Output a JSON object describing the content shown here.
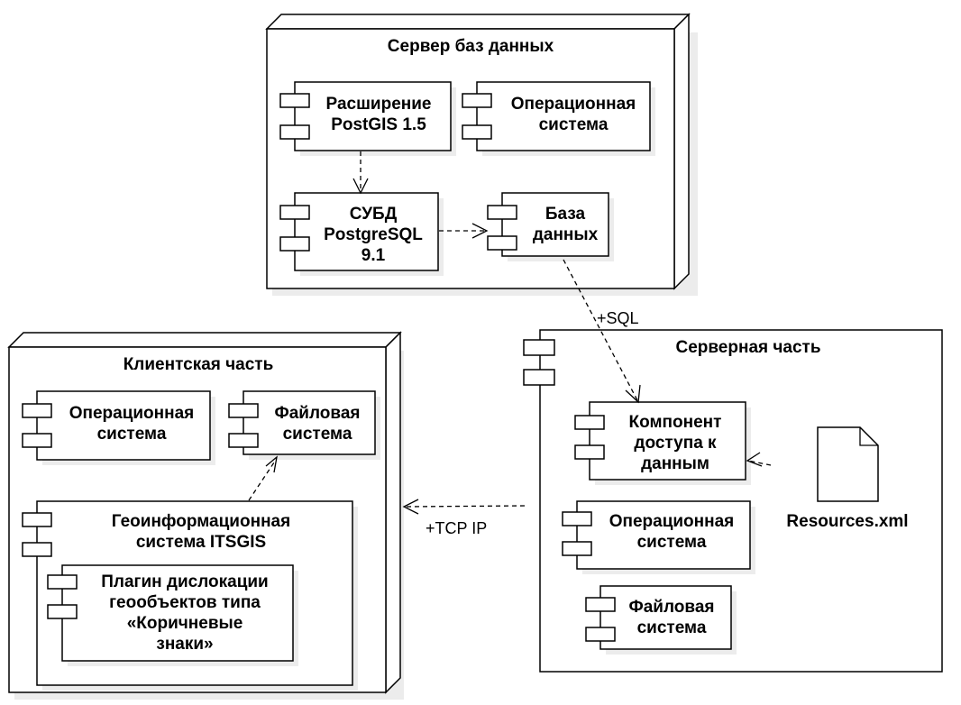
{
  "nodes": {
    "db_server": {
      "title": "Сервер баз данных",
      "postgis": [
        "Расширение",
        "PostGIS 1.5"
      ],
      "os": [
        "Операционная",
        "система"
      ],
      "dbms": [
        "СУБД",
        "PostgreSQL",
        "9.1"
      ],
      "database": [
        "База",
        "данных"
      ]
    },
    "client": {
      "title": "Клиентская часть",
      "os": [
        "Операционная",
        "система"
      ],
      "fs": [
        "Файловая",
        "система"
      ],
      "gis": [
        "Геоинформационная",
        "система ITSGIS"
      ],
      "plugin": [
        "Плагин дислокации",
        "геообъектов типа",
        "«Коричневые",
        "знаки»"
      ]
    },
    "server": {
      "title": "Серверная часть",
      "access": [
        "Компонент",
        "доступа к",
        "данным"
      ],
      "os": [
        "Операционная",
        "система"
      ],
      "fs": [
        "Файловая",
        "система"
      ],
      "resources": "Resources.xml"
    }
  },
  "connections": {
    "sql": "+SQL",
    "tcp": "+TCP IP"
  }
}
